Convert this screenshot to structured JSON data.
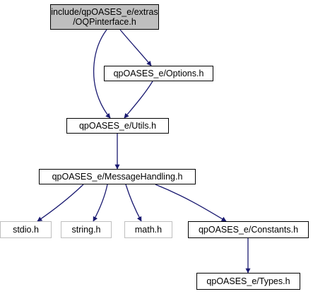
{
  "graph": {
    "title": "",
    "colors": {
      "edge": "#191970",
      "root_fill": "#bfbfbf",
      "border": "#000000",
      "system_border": "#bfbfbf"
    },
    "nodes": {
      "root": {
        "line1": "include/qpOASES_e/extras",
        "line2": "/OQPinterface.h"
      },
      "options": {
        "label": "qpOASES_e/Options.h"
      },
      "utils": {
        "label": "qpOASES_e/Utils.h"
      },
      "messagehandling": {
        "label": "qpOASES_e/MessageHandling.h"
      },
      "stdio": {
        "label": "stdio.h"
      },
      "string": {
        "label": "string.h"
      },
      "math": {
        "label": "math.h"
      },
      "constants": {
        "label": "qpOASES_e/Constants.h"
      },
      "types": {
        "label": "qpOASES_e/Types.h"
      }
    },
    "edges": [
      {
        "from": "root",
        "to": "options"
      },
      {
        "from": "root",
        "to": "utils"
      },
      {
        "from": "options",
        "to": "utils"
      },
      {
        "from": "utils",
        "to": "messagehandling"
      },
      {
        "from": "messagehandling",
        "to": "stdio"
      },
      {
        "from": "messagehandling",
        "to": "string"
      },
      {
        "from": "messagehandling",
        "to": "math"
      },
      {
        "from": "messagehandling",
        "to": "constants"
      },
      {
        "from": "constants",
        "to": "types"
      }
    ]
  }
}
